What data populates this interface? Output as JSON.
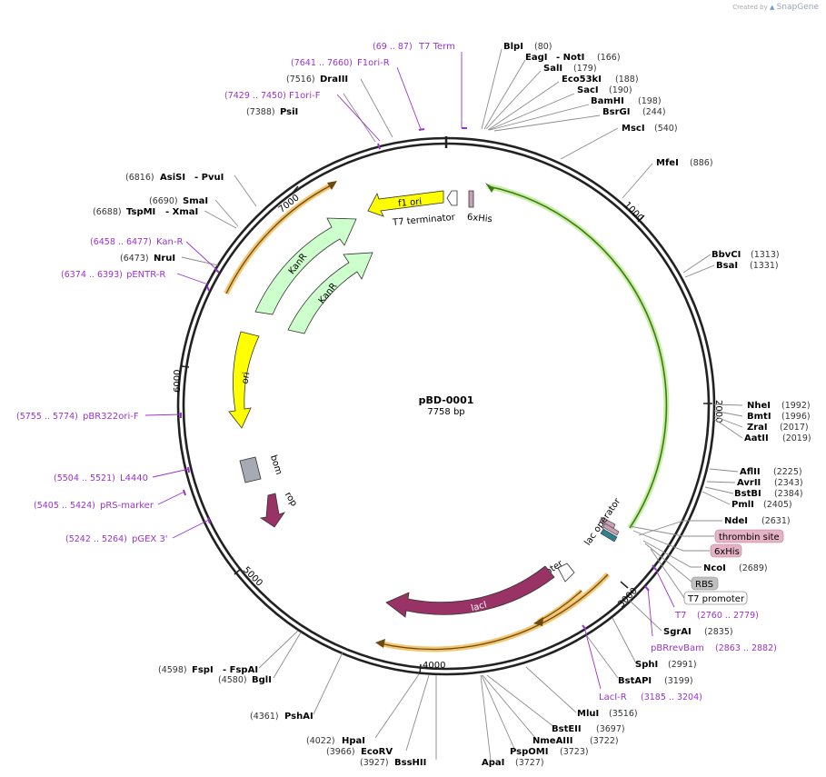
{
  "branding": {
    "created_by": "Created by",
    "logo_text": "SnapGene"
  },
  "plasmid": {
    "name": "pBD-0001",
    "length_label": "7758 bp",
    "length": 7758
  },
  "ticks": [
    "1000",
    "2000",
    "3000",
    "4000",
    "5000",
    "6000",
    "7000"
  ],
  "features": [
    {
      "name": "f1 ori",
      "color": "#ffff00"
    },
    {
      "name": "T7 terminator",
      "color": "#ffffff"
    },
    {
      "name": "6xHis",
      "color": "#c9a0b4"
    },
    {
      "name": "KanR",
      "color": "#ccffcc"
    },
    {
      "name": "KanR",
      "color": "#ccffcc"
    },
    {
      "name": "ori",
      "color": "#ffff00"
    },
    {
      "name": "bom",
      "color": "#a6abb3"
    },
    {
      "name": "rop",
      "color": "#993366"
    },
    {
      "name": "lacI promoter",
      "color": "#ffffff"
    },
    {
      "name": "lacI",
      "color": "#993366"
    },
    {
      "name": "lac operator",
      "color": "#2f7f8f"
    }
  ],
  "right_features": [
    {
      "name": "thrombin site",
      "color": "#e6b3c6"
    },
    {
      "name": "6xHis",
      "color": "#e6b3c6"
    },
    {
      "name": "RBS",
      "color": "#c0c0c0"
    },
    {
      "name": "T7 promoter",
      "color": "#ffffff"
    }
  ],
  "sites": [
    {
      "name": "BlpI",
      "pos": "(80)"
    },
    {
      "name": "EagI",
      "name2": "- NotI",
      "pos": "(166)"
    },
    {
      "name": "SalI",
      "pos": "(179)"
    },
    {
      "name": "Eco53kI",
      "pos": "(188)"
    },
    {
      "name": "SacI",
      "pos": "(190)"
    },
    {
      "name": "BamHI",
      "pos": "(198)"
    },
    {
      "name": "BsrGI",
      "pos": "(244)"
    },
    {
      "name": "MscI",
      "pos": "(540)"
    },
    {
      "name": "MfeI",
      "pos": "(886)"
    },
    {
      "name": "BbvCI",
      "pos": "(1313)"
    },
    {
      "name": "BsaI",
      "pos": "(1331)"
    },
    {
      "name": "NheI",
      "pos": "(1992)"
    },
    {
      "name": "BmtI",
      "pos": "(1996)"
    },
    {
      "name": "ZraI",
      "pos": "(2017)"
    },
    {
      "name": "AatII",
      "pos": "(2019)"
    },
    {
      "name": "AflII",
      "pos": "(2225)"
    },
    {
      "name": "AvrII",
      "pos": "(2343)"
    },
    {
      "name": "BstBI",
      "pos": "(2384)"
    },
    {
      "name": "PmlI",
      "pos": "(2405)"
    },
    {
      "name": "NdeI",
      "pos": "(2631)"
    },
    {
      "name": "NcoI",
      "pos": "(2689)"
    },
    {
      "name": "SgrAI",
      "pos": "(2835)"
    },
    {
      "name": "SphI",
      "pos": "(2991)"
    },
    {
      "name": "BstAPI",
      "pos": "(3199)"
    },
    {
      "name": "MluI",
      "pos": "(3516)"
    },
    {
      "name": "BstEII",
      "pos": "(3697)"
    },
    {
      "name": "NmeAIII",
      "pos": "(3722)"
    },
    {
      "name": "PspOMI",
      "pos": "(3723)"
    },
    {
      "name": "ApaI",
      "pos": "(3727)"
    },
    {
      "name": "BssHII",
      "pos": "(3927)"
    },
    {
      "name": "EcoRV",
      "pos": "(3966)"
    },
    {
      "name": "HpaI",
      "pos": "(4022)"
    },
    {
      "name": "PshAI",
      "pos": "(4361)"
    },
    {
      "name": "BglI",
      "pos": "(4580)"
    },
    {
      "name": "FspI",
      "name2": "- FspAI",
      "pos": "(4598)"
    },
    {
      "name": "SmaI",
      "pos": "(6690)"
    },
    {
      "name": "TspMI",
      "name2": "- XmaI",
      "pos": "(6688)"
    },
    {
      "name": "AsiSI",
      "name2": "- PvuI",
      "pos": "(6816)"
    },
    {
      "name": "NruI",
      "pos": "(6473)"
    },
    {
      "name": "PsiI",
      "pos": "(7388)"
    },
    {
      "name": "DraIII",
      "pos": "(7516)"
    }
  ],
  "primers": [
    {
      "name": "T7 Term",
      "pos": "(69 .. 87)"
    },
    {
      "name": "F1ori-R",
      "pos": "(7641 .. 7660)"
    },
    {
      "name": "F1ori-F",
      "pos": "(7429 .. 7450)"
    },
    {
      "name": "Kan-R",
      "pos": "(6458 .. 6477)"
    },
    {
      "name": "pENTR-R",
      "pos": "(6374 .. 6393)"
    },
    {
      "name": "pBR322ori-F",
      "pos": "(5755 .. 5774)"
    },
    {
      "name": "L4440",
      "pos": "(5504 .. 5521)"
    },
    {
      "name": "pRS-marker",
      "pos": "(5405 .. 5424)"
    },
    {
      "name": "pGEX 3'",
      "pos": "(5242 .. 5264)"
    },
    {
      "name": "T7",
      "pos": "(2760 .. 2779)"
    },
    {
      "name": "pBRrevBam",
      "pos": "(2863 .. 2882)"
    },
    {
      "name": "LacI-R",
      "pos": "(3185 .. 3204)"
    }
  ],
  "colors": {
    "primer": "#9933cc",
    "backbone": "#222222",
    "leader": "#888888",
    "site_name": "#000000",
    "site_pos": "#333333",
    "highlight": "#f4c570",
    "insert_highlight": "#c8eea0"
  }
}
